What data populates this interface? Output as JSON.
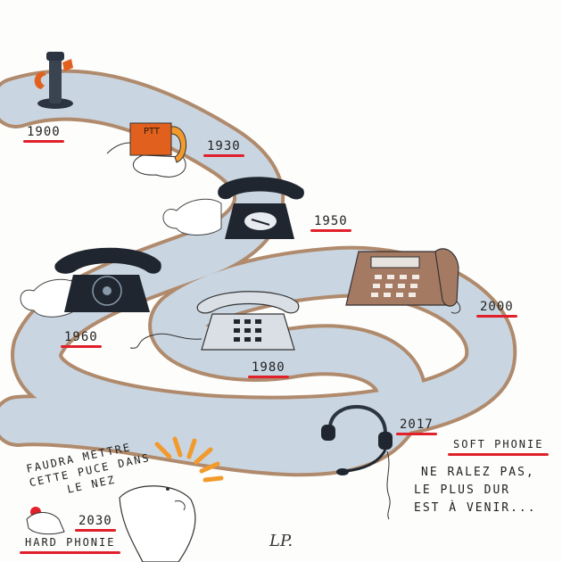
{
  "timeline": {
    "years": [
      "1900",
      "1930",
      "1950",
      "1960",
      "1980",
      "2000",
      "2017",
      "2030"
    ]
  },
  "labels": {
    "ptt": "PTT",
    "soft_phonie": "SOFT PHONIE",
    "hard_phonie": "HARD PHONIE",
    "chip_line1": "FAUDRA METTRE",
    "chip_line2": "CETTE PUCE DANS",
    "chip_line3": "LE NEZ",
    "quote_line1": "NE RALEZ PAS,",
    "quote_line2": "LE PLUS DUR",
    "quote_line3": "EST À VENIR...",
    "signature": "LP."
  },
  "colors": {
    "road": "#c9d5e0",
    "road_edge": "#b08a6c",
    "phone_black": "#1f2630",
    "ptt_orange": "#e2601e",
    "desk_brown": "#a57a63",
    "underline_red": "#e0202a",
    "hair_orange": "#f29a2c"
  }
}
